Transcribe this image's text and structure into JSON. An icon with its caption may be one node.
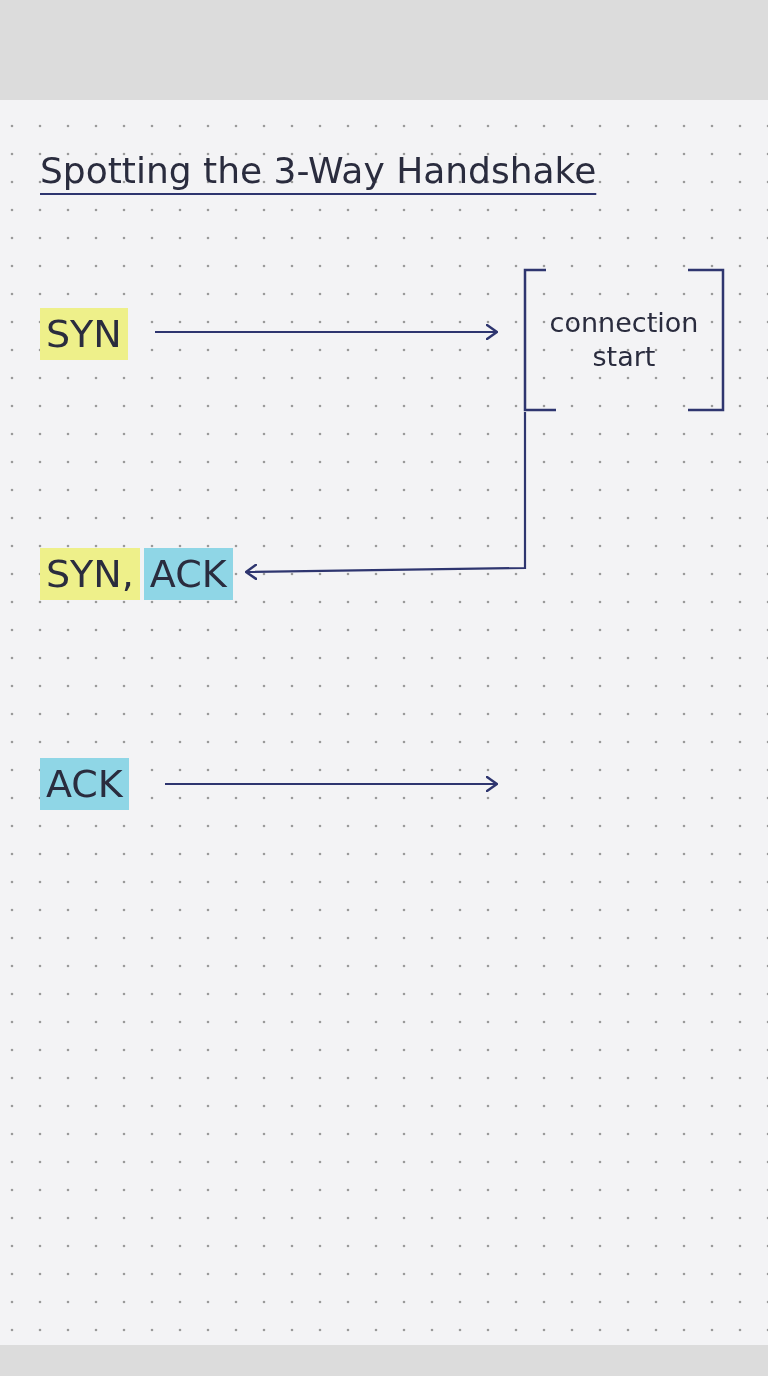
{
  "diagram": {
    "title": "Spotting the 3-Way Handshake",
    "nodes": [
      {
        "text": [
          "SYN"
        ]
      },
      {
        "text": [
          "connection start"
        ]
      },
      {
        "text": [
          "SYN,",
          "ACK"
        ]
      },
      {
        "text": [
          "ACK"
        ]
      }
    ],
    "edges": [
      {
        "from": 0,
        "to": 1,
        "arrow": "to"
      },
      {
        "from": 1,
        "to": 2,
        "arrow": "to"
      },
      {
        "from": 3,
        "to": null,
        "arrow": "to"
      }
    ]
  }
}
